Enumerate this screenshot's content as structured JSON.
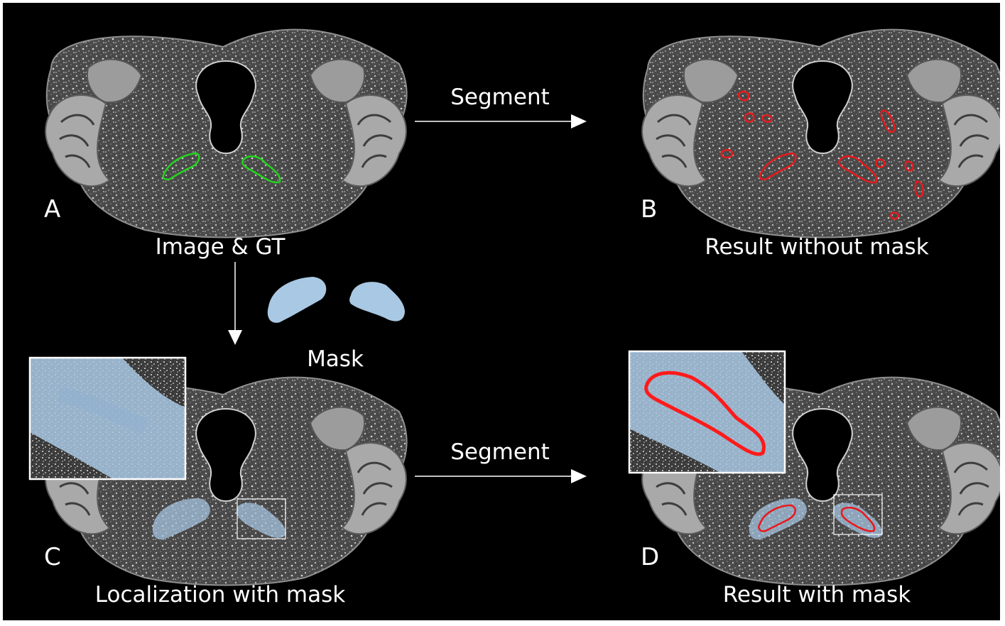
{
  "panels": {
    "a": {
      "letter": "A",
      "caption": "Image & GT"
    },
    "b": {
      "letter": "B",
      "caption": "Result without mask"
    },
    "c": {
      "letter": "C",
      "caption": "Localization with mask"
    },
    "d": {
      "letter": "D",
      "caption": "Result with mask"
    }
  },
  "arrows": {
    "top": {
      "label": "Segment"
    },
    "bottom": {
      "label": "Segment"
    }
  },
  "mask": {
    "label": "Mask"
  },
  "colors": {
    "background": "#000000",
    "ground_truth": "#22d41c",
    "segmentation": "#e8191c",
    "mask": "#a9c8e4",
    "tissue": "#8a8a8a"
  }
}
